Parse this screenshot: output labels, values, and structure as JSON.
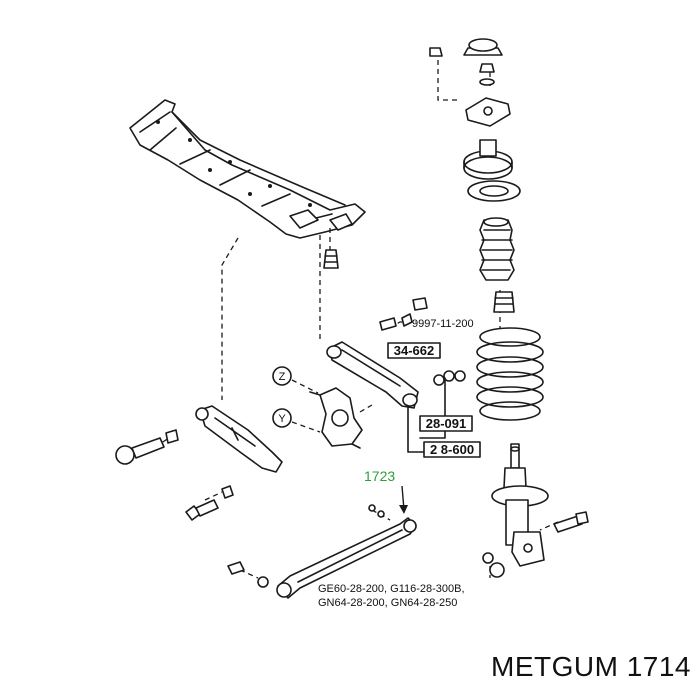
{
  "diagram": {
    "callout_boxes": {
      "bushing": "34-662",
      "link_bolt": "28-091",
      "link_bracket": "2 8-600"
    },
    "part_number_top": "9997-11-200",
    "knuckle_markers": {
      "upper": "Z",
      "lower": "Y"
    },
    "highlighted_part": {
      "label": "1723",
      "color": "#2e9e3a"
    },
    "applications": {
      "line1": "GE60-28-200, G116-28-300B,",
      "line2": "GN64-28-200, GN64-28-250"
    },
    "footer": "METGUM 1714"
  }
}
